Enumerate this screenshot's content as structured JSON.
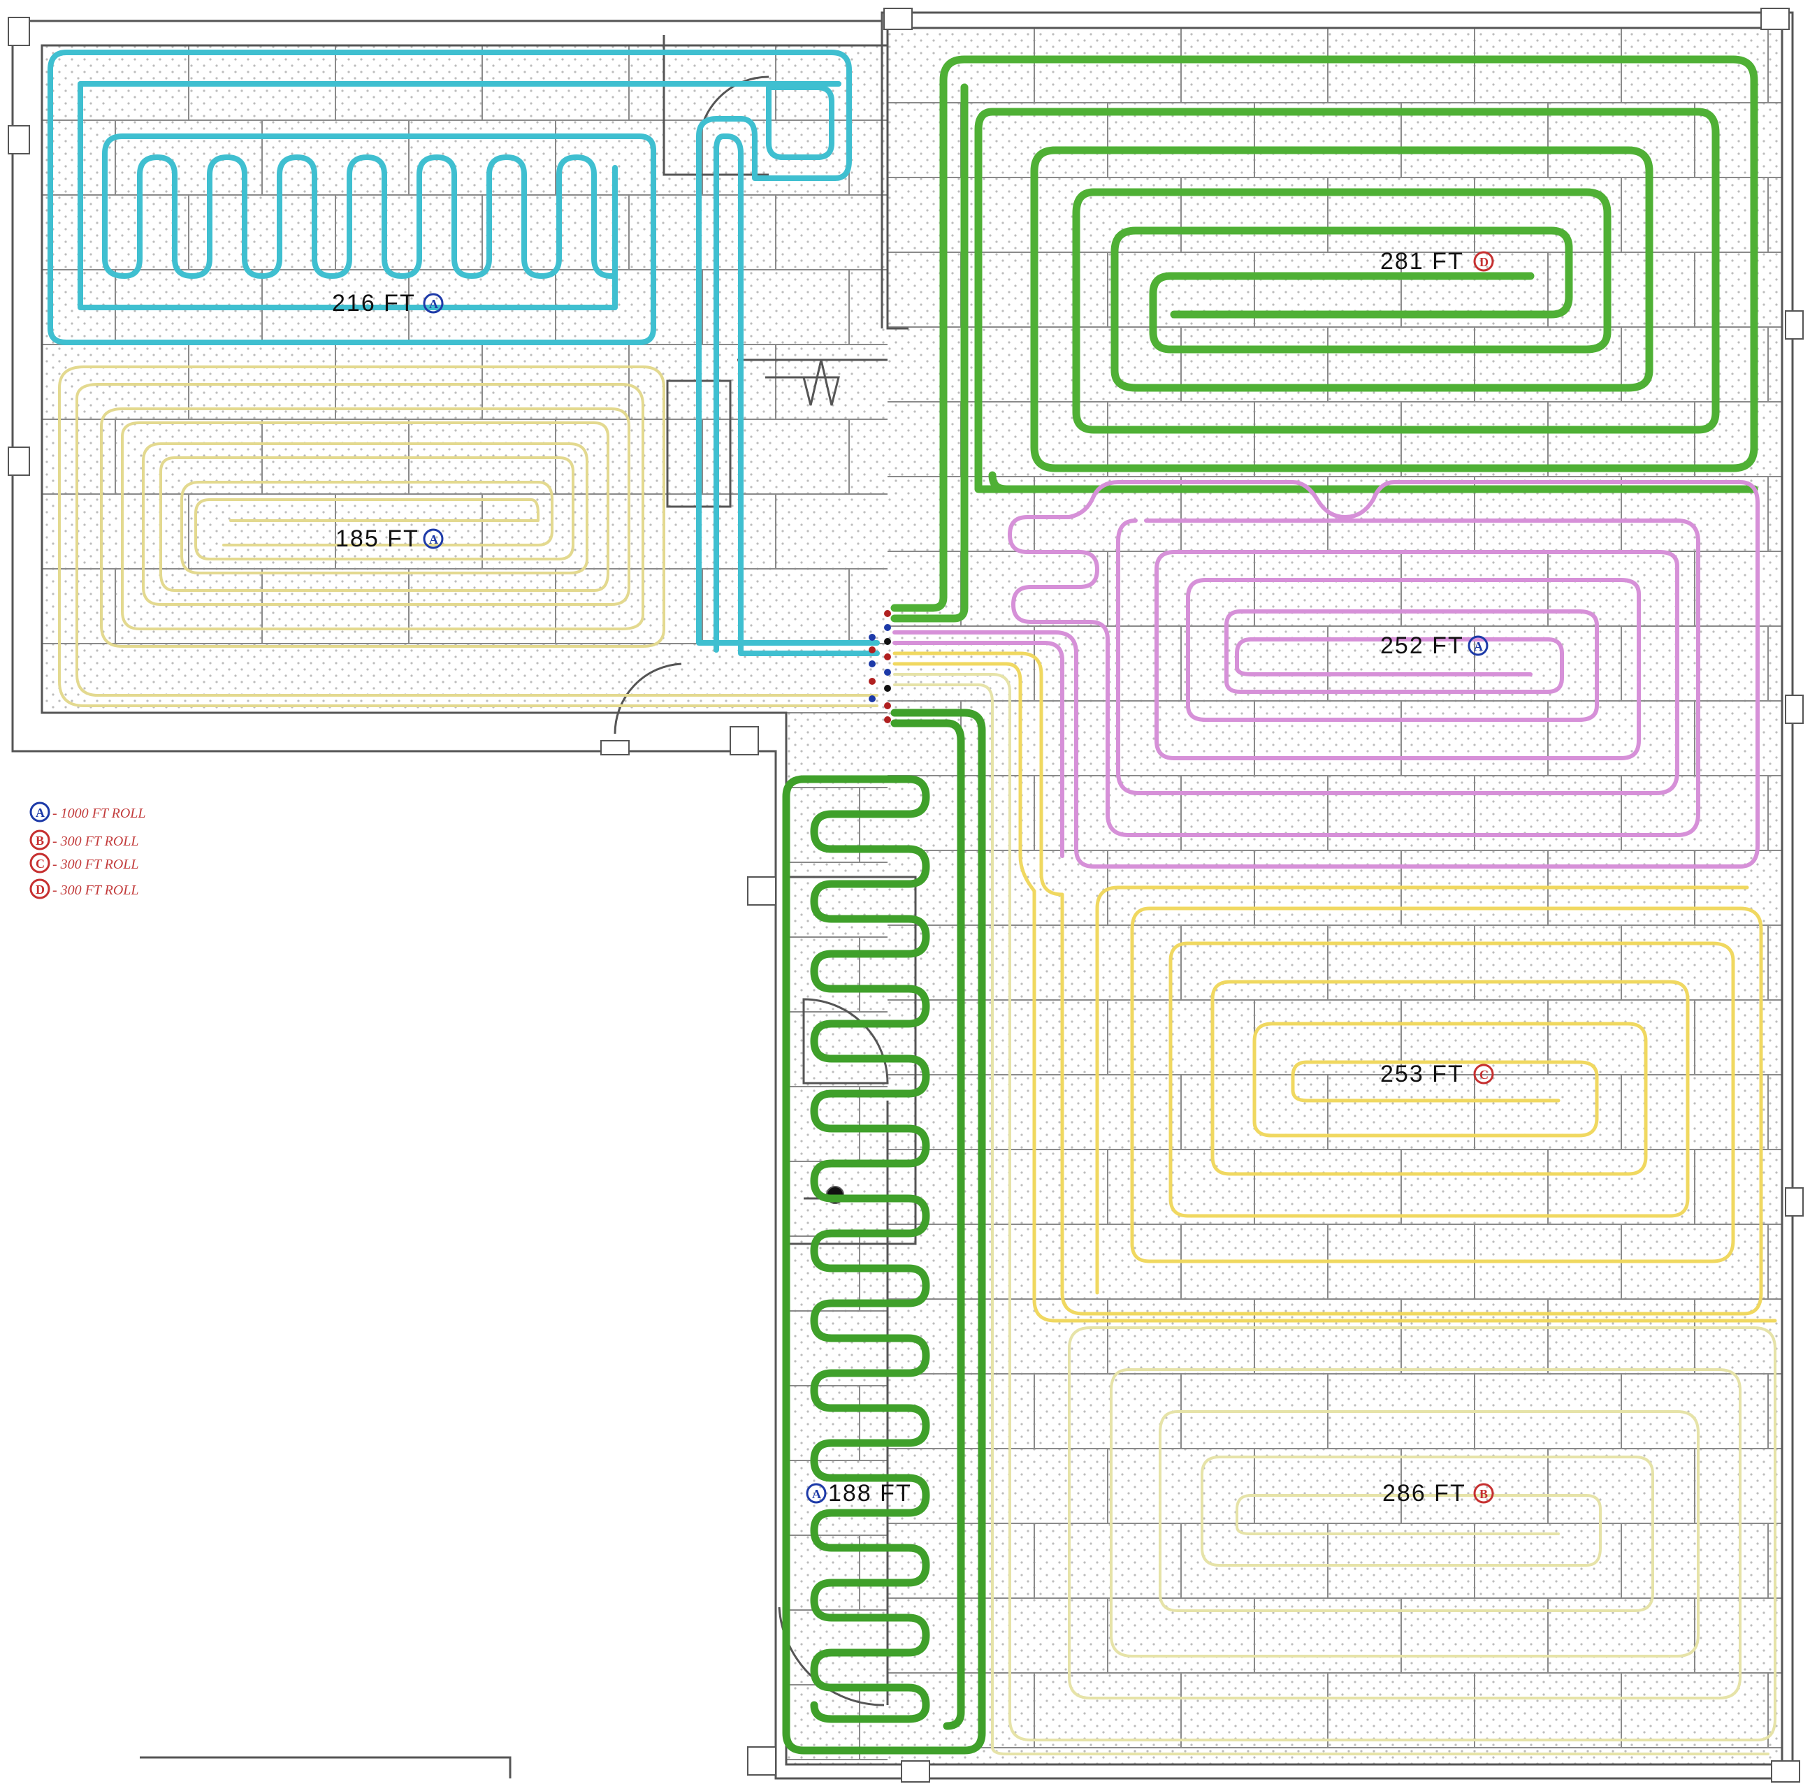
{
  "diagram": {
    "loops": [
      {
        "label": "216 FT",
        "roll": "A",
        "roll_color": "#1d3aa8",
        "color": "#3fbfd0"
      },
      {
        "label": "185 FT",
        "roll": "A",
        "roll_color": "#1d3aa8",
        "color": "#e6dd9a"
      },
      {
        "label": "281 FT",
        "roll": "D",
        "roll_color": "#c63030",
        "color": "#4fb035"
      },
      {
        "label": "252 FT",
        "roll": "A",
        "roll_color": "#1d3aa8",
        "color": "#d79ad9"
      },
      {
        "label": "253 FT",
        "roll": "C",
        "roll_color": "#c63030",
        "color": "#f0d860"
      },
      {
        "label": "188 FT",
        "roll": "A",
        "roll_color": "#1d3aa8",
        "color": "#3fa02a"
      },
      {
        "label": "286 FT",
        "roll": "B",
        "roll_color": "#c63030",
        "color": "#ece8b0"
      }
    ],
    "legend": [
      {
        "letter": "A",
        "text": "- 1000 FT ROLL",
        "color": "#1d3aa8"
      },
      {
        "letter": "B",
        "text": "- 300 FT ROLL",
        "color": "#c63030"
      },
      {
        "letter": "C",
        "text": "- 300 FT ROLL",
        "color": "#c63030"
      },
      {
        "letter": "D",
        "text": "- 300 FT ROLL",
        "color": "#c63030"
      }
    ],
    "colors": {
      "wall": "#555555",
      "grid": "#9a9a9a",
      "dots": "#b8b8b8"
    }
  }
}
